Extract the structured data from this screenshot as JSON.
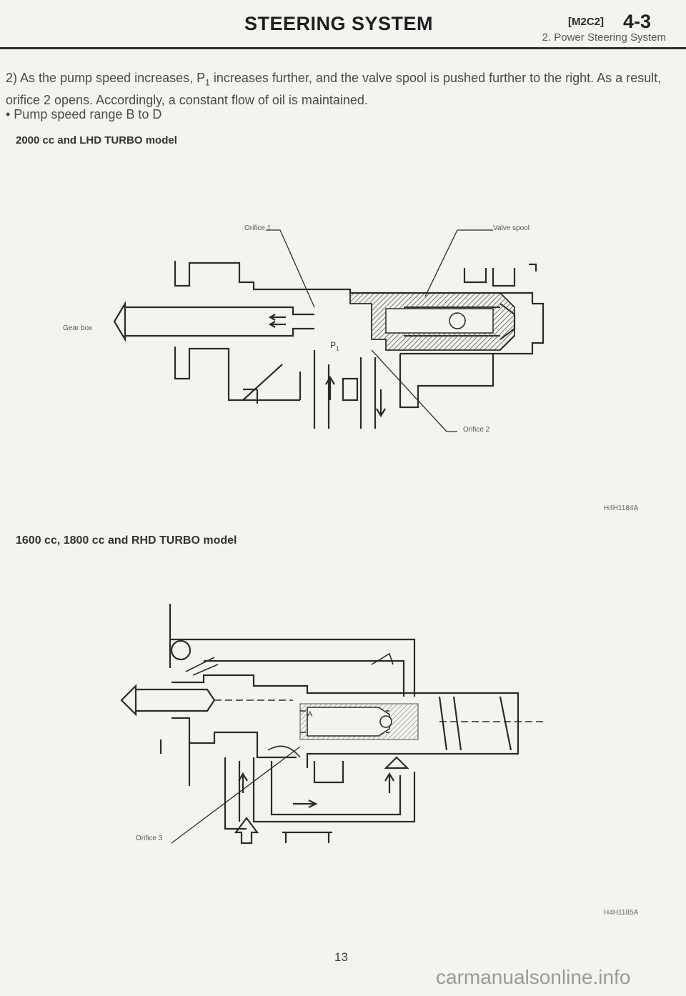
{
  "header": {
    "title": "STEERING SYSTEM",
    "code": "[M2C2]",
    "page_number": "4-3",
    "section": "2. Power Steering System"
  },
  "body": {
    "para_start": "2)  As the pump speed increases, P",
    "para_sub": "1",
    "para_end": " increases further, and the valve spool is pushed further to the right.  As a result, orifice 2 opens.  Accordingly, a constant flow of oil is maintained.",
    "bullet": "• Pump speed range B to D"
  },
  "figure1": {
    "caption": "2000 cc and LHD TURBO model",
    "labels": {
      "orifice1": "Orifice 1",
      "valve_spool": "Valve spool",
      "gear_box": "Gear box",
      "p1_main": "P",
      "p1_sub": "1",
      "orifice2": "Orifice 2"
    },
    "id": "H4H1184A"
  },
  "figure2": {
    "caption": "1600 cc, 1800 cc and RHD TURBO model",
    "labels": {
      "orifice3": "Orifice 3",
      "a": "A"
    },
    "id": "H4H1185A"
  },
  "footer": {
    "page": "13",
    "watermark": "carmanualsonline.info"
  }
}
